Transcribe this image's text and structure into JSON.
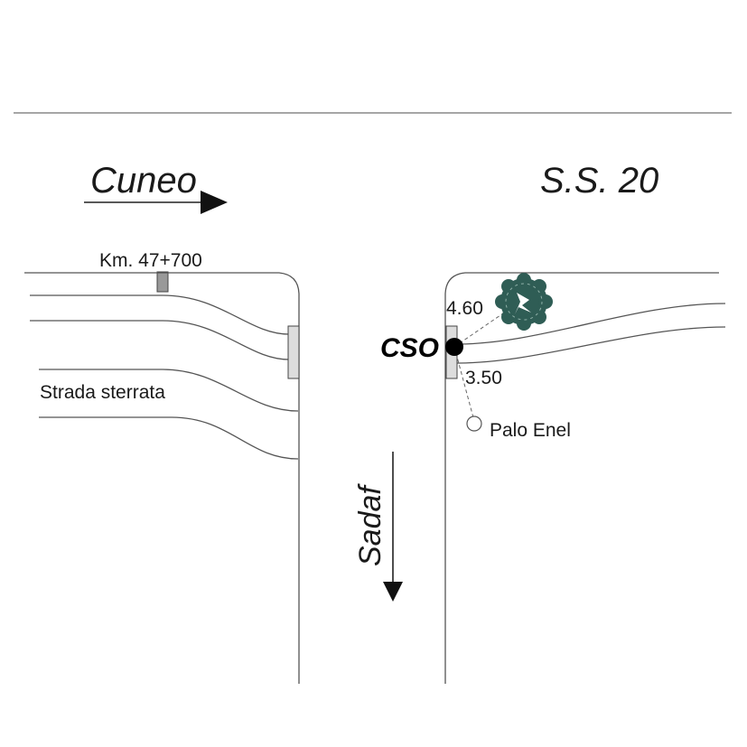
{
  "labels": {
    "direction_left": "Cuneo",
    "road_name": "S.S. 20",
    "km_marker": "Km. 47+700",
    "dirt_road": "Strada sterrata",
    "station_code": "CSO",
    "distance_tree": "4.60",
    "distance_pole": "3.50",
    "pole_label": "Palo Enel",
    "direction_down": "Sadaf"
  },
  "colors": {
    "line": "#555555",
    "text": "#1a1a1a",
    "tree_fill": "#2f5d55",
    "sign_fill": "#dddddd",
    "marker_fill": "#999999",
    "station_dot": "#000000"
  },
  "icons": {
    "tree": "tree-icon",
    "pole": "pole-icon",
    "station": "station-dot-icon"
  }
}
